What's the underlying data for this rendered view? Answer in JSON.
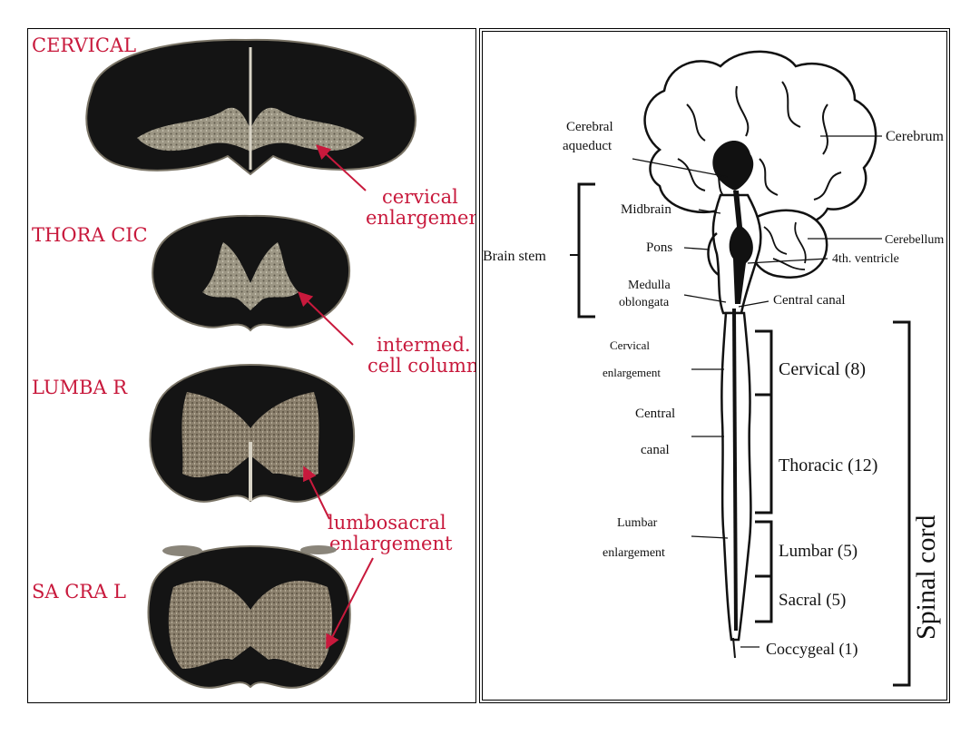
{
  "colors": {
    "label_red": "#c8193c",
    "tissue_dark": "#141414",
    "grey_matter": "#9c9684",
    "ink": "#111111"
  },
  "left_panel": {
    "sections": [
      {
        "name": "CERVICAL",
        "annotation_line1": "cervical",
        "annotation_line2": "enlargement"
      },
      {
        "name": "THORA CIC",
        "annotation_line1": "intermed.",
        "annotation_line2": "cell column"
      },
      {
        "name": "LUMBA R",
        "annotation_line1": "lumbosacral",
        "annotation_line2": "enlargement"
      },
      {
        "name": "SA CRA L"
      }
    ]
  },
  "right_panel": {
    "labels": {
      "cerebral_aqueduct_1": "Cerebral",
      "cerebral_aqueduct_2": "aqueduct",
      "cerebrum": "Cerebrum",
      "midbrain": "Midbrain",
      "pons": "Pons",
      "brain_stem": "Brain stem",
      "cerebellum": "Cerebellum",
      "fourth_ventricle": "4th. ventricle",
      "medulla_1": "Medulla",
      "medulla_2": "oblongata",
      "central_canal_top": "Central canal",
      "cervical_enl_1": "Cervical",
      "cervical_enl_2": "enlargement",
      "central_canal_mid_1": "Central",
      "central_canal_mid_2": "canal",
      "lumbar_enl_1": "Lumbar",
      "lumbar_enl_2": "enlargement",
      "segment_cervical": "Cervical (8)",
      "segment_thoracic": "Thoracic (12)",
      "segment_lumbar": "Lumbar (5)",
      "segment_sacral": "Sacral (5)",
      "segment_coccygeal": "Coccygeal (1)",
      "spinal_cord": "Spinal cord"
    }
  }
}
